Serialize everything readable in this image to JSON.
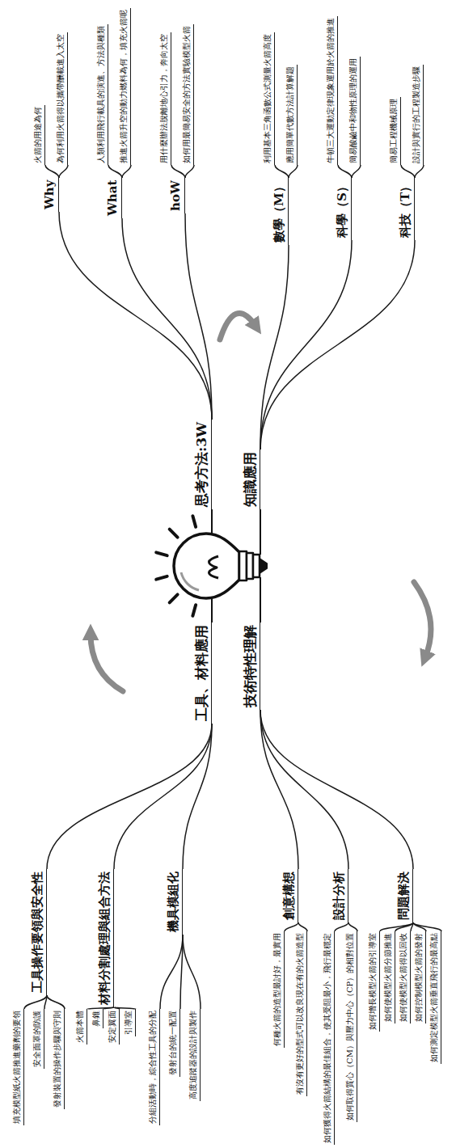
{
  "diagram": {
    "nodes": [
      {
        "text": [
          "思考方法:3W"
        ]
      },
      {
        "text": [
          "Why"
        ]
      },
      {
        "text": [
          "火箭的用途為何"
        ]
      },
      {
        "text": [
          "為何利用火箭得以攜帶酬載進入太空"
        ]
      },
      {
        "text": [
          "What"
        ]
      },
      {
        "text": [
          "人類利用飛行載具的演進、方法與種類"
        ]
      },
      {
        "text": [
          "推進火箭升空的動力燃料為何，填充火箭呢"
        ]
      },
      {
        "text": [
          "hoW"
        ]
      },
      {
        "text": [
          "用什麼辦法脫離地心引力，奔向太空"
        ]
      },
      {
        "text": [
          "如何用最簡易安全的方法實驗模型火箭"
        ]
      },
      {
        "text": [
          "知識應用"
        ]
      },
      {
        "text": [
          "數學（M）"
        ]
      },
      {
        "text": [
          "利用基本三角函數公式測量火箭高度"
        ]
      },
      {
        "text": [
          "應用簡單代數方法計算解題"
        ]
      },
      {
        "text": [
          "科學（S）"
        ]
      },
      {
        "text": [
          "牛頓三大運動定律現象運用於火箭的推進"
        ]
      },
      {
        "text": [
          "簡易酸鹼中和物性原理的運用"
        ]
      },
      {
        "text": [
          "科技（T）"
        ]
      },
      {
        "text": [
          "簡易工程機械原理"
        ]
      },
      {
        "text": [
          "設計與實行的工程製造步驟"
        ]
      },
      {
        "text": [
          "技術特性理解"
        ]
      },
      {
        "text": [
          "創意構想"
        ]
      },
      {
        "text": [
          "何種火箭的造型最討好，最實用"
        ]
      },
      {
        "text": [
          "有沒有更好的型式可以改良現在有的火箭造型"
        ]
      },
      {
        "text": [
          "設計分析"
        ]
      },
      {
        "text": [
          "如何獲得火箭結構的最佳組合，使其受阻最小，飛行最穩定"
        ]
      },
      {
        "text": [
          "如何取得質心（CM）與壓力中心（CP）的相對位置"
        ]
      },
      {
        "text": [
          "問題解決"
        ]
      },
      {
        "text": [
          "如何增長模型火箭的引導室"
        ]
      },
      {
        "text": [
          "如何使模型火箭分節推進"
        ]
      },
      {
        "text": [
          "如何使模型火箭得以回收"
        ]
      },
      {
        "text": [
          "如何控制模型火箭的發射"
        ]
      },
      {
        "text": [
          "如何測定模型火箭垂直飛行的最高點"
        ]
      },
      {
        "text": [
          "工具、材料應用"
        ]
      },
      {
        "text": [
          "工具操作要領與安全性"
        ]
      },
      {
        "text": [
          "填充模型紙火箭推進藥劑的要領"
        ]
      },
      {
        "text": [
          "安全面罩的防護"
        ]
      },
      {
        "text": [
          "發射裝置的操作步驟與守則"
        ]
      },
      {
        "text": [
          "材料分割處理與組合方法"
        ]
      },
      {
        "text": [
          "火箭本體"
        ]
      },
      {
        "text": [
          "鼻錐"
        ]
      },
      {
        "text": [
          "安定翼面"
        ]
      },
      {
        "text": [
          "引導室"
        ]
      },
      {
        "text": [
          "機具模組化"
        ]
      },
      {
        "text": [
          "分組活動時，綜合性工具的分配"
        ]
      },
      {
        "text": [
          "發射台的統一配置"
        ]
      },
      {
        "text": [
          "高度追蹤器的設計與製作"
        ]
      }
    ],
    "edges": [
      {
        "from": 0,
        "to": 1,
        "arrow": "none"
      },
      {
        "from": 1,
        "to": 2,
        "arrow": "none"
      },
      {
        "from": 1,
        "to": 3,
        "arrow": "none"
      },
      {
        "from": 0,
        "to": 4,
        "arrow": "none"
      },
      {
        "from": 4,
        "to": 5,
        "arrow": "none"
      },
      {
        "from": 4,
        "to": 6,
        "arrow": "none"
      },
      {
        "from": 0,
        "to": 7,
        "arrow": "none"
      },
      {
        "from": 7,
        "to": 8,
        "arrow": "none"
      },
      {
        "from": 7,
        "to": 9,
        "arrow": "none"
      },
      {
        "from": 10,
        "to": 11,
        "arrow": "none"
      },
      {
        "from": 11,
        "to": 12,
        "arrow": "none"
      },
      {
        "from": 11,
        "to": 13,
        "arrow": "none"
      },
      {
        "from": 10,
        "to": 14,
        "arrow": "none"
      },
      {
        "from": 14,
        "to": 15,
        "arrow": "none"
      },
      {
        "from": 14,
        "to": 16,
        "arrow": "none"
      },
      {
        "from": 10,
        "to": 17,
        "arrow": "none"
      },
      {
        "from": 17,
        "to": 18,
        "arrow": "none"
      },
      {
        "from": 17,
        "to": 19,
        "arrow": "none"
      },
      {
        "from": 20,
        "to": 21,
        "arrow": "none"
      },
      {
        "from": 21,
        "to": 22,
        "arrow": "none"
      },
      {
        "from": 21,
        "to": 23,
        "arrow": "none"
      },
      {
        "from": 20,
        "to": 24,
        "arrow": "none"
      },
      {
        "from": 24,
        "to": 25,
        "arrow": "none"
      },
      {
        "from": 24,
        "to": 26,
        "arrow": "none"
      },
      {
        "from": 20,
        "to": 27,
        "arrow": "none"
      },
      {
        "from": 27,
        "to": 28,
        "arrow": "none"
      },
      {
        "from": 27,
        "to": 29,
        "arrow": "none"
      },
      {
        "from": 27,
        "to": 30,
        "arrow": "none"
      },
      {
        "from": 27,
        "to": 31,
        "arrow": "none"
      },
      {
        "from": 27,
        "to": 32,
        "arrow": "none"
      },
      {
        "from": 33,
        "to": 34,
        "arrow": "none"
      },
      {
        "from": 34,
        "to": 35,
        "arrow": "none"
      },
      {
        "from": 34,
        "to": 36,
        "arrow": "none"
      },
      {
        "from": 34,
        "to": 37,
        "arrow": "none"
      },
      {
        "from": 33,
        "to": 38,
        "arrow": "none"
      },
      {
        "from": 38,
        "to": 39,
        "arrow": "none"
      },
      {
        "from": 38,
        "to": 40,
        "arrow": "none"
      },
      {
        "from": 38,
        "to": 41,
        "arrow": "none"
      },
      {
        "from": 38,
        "to": 42,
        "arrow": "none"
      },
      {
        "from": 33,
        "to": 43,
        "arrow": "none"
      },
      {
        "from": 43,
        "to": 44,
        "arrow": "none"
      },
      {
        "from": 43,
        "to": 45,
        "arrow": "none"
      },
      {
        "from": 43,
        "to": 46,
        "arrow": "none"
      }
    ]
  }
}
